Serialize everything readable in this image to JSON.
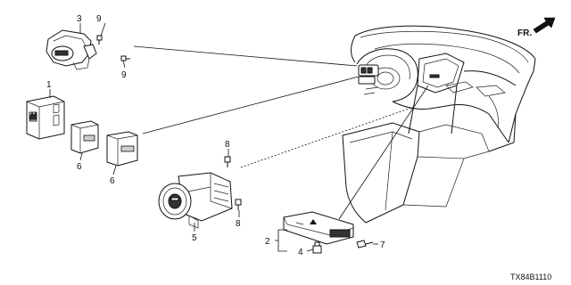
{
  "diagram": {
    "direction_label": "FR.",
    "part_code": "TX84B1110",
    "callouts": {
      "c1": "1",
      "c2": "2",
      "c3": "3",
      "c4": "4",
      "c5": "5",
      "c6a": "6",
      "c6b": "6",
      "c7": "7",
      "c8a": "8",
      "c8b": "8",
      "c9a": "9",
      "c9b": "9"
    }
  }
}
